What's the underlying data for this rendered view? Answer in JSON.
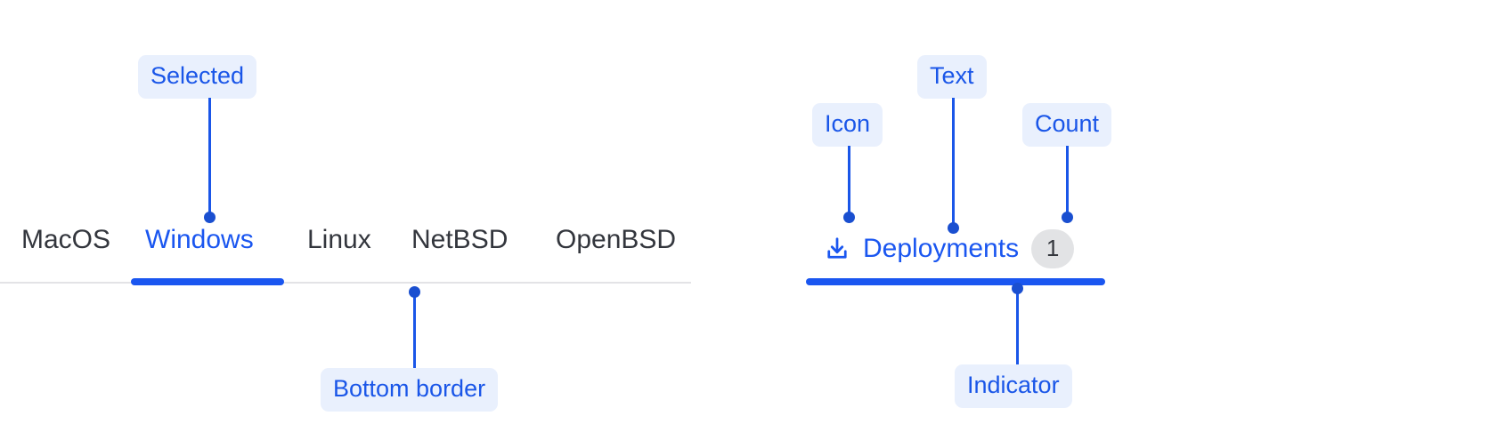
{
  "left_tabs": {
    "items": [
      {
        "label": "MacOS",
        "selected": false
      },
      {
        "label": "Windows",
        "selected": true
      },
      {
        "label": "Linux",
        "selected": false
      },
      {
        "label": "NetBSD",
        "selected": false
      },
      {
        "label": "OpenBSD",
        "selected": false
      }
    ]
  },
  "right_tab": {
    "icon": "download-icon",
    "label": "Deployments",
    "count": "1"
  },
  "annotations": [
    {
      "name": "selected",
      "text": "Selected"
    },
    {
      "name": "bottom-border",
      "text": "Bottom border"
    },
    {
      "name": "icon",
      "text": "Icon"
    },
    {
      "name": "text",
      "text": "Text"
    },
    {
      "name": "count",
      "text": "Count"
    },
    {
      "name": "indicator",
      "text": "Indicator"
    }
  ],
  "colors": {
    "accent": "#1a56f0",
    "annotation_text": "#1a56e8",
    "annotation_bg": "#e9f0fd",
    "tab_text": "#33363d",
    "border": "#e3e3e6",
    "badge_bg": "#e2e3e5",
    "background": "#ffffff"
  }
}
